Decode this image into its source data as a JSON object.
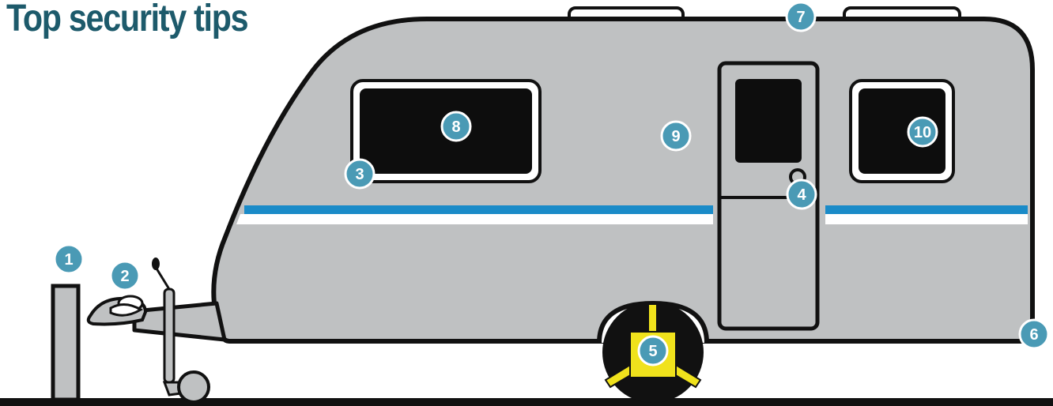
{
  "title": "Top security tips",
  "colors": {
    "title": "#1d5a6b",
    "body": "#bfc1c2",
    "outline": "#111111",
    "stripe": "#1a8bc8",
    "badge": "#4a9ab5",
    "clamp": "#f0e21c"
  },
  "markers": [
    "1",
    "2",
    "3",
    "4",
    "5",
    "6",
    "7",
    "8",
    "9",
    "10"
  ]
}
